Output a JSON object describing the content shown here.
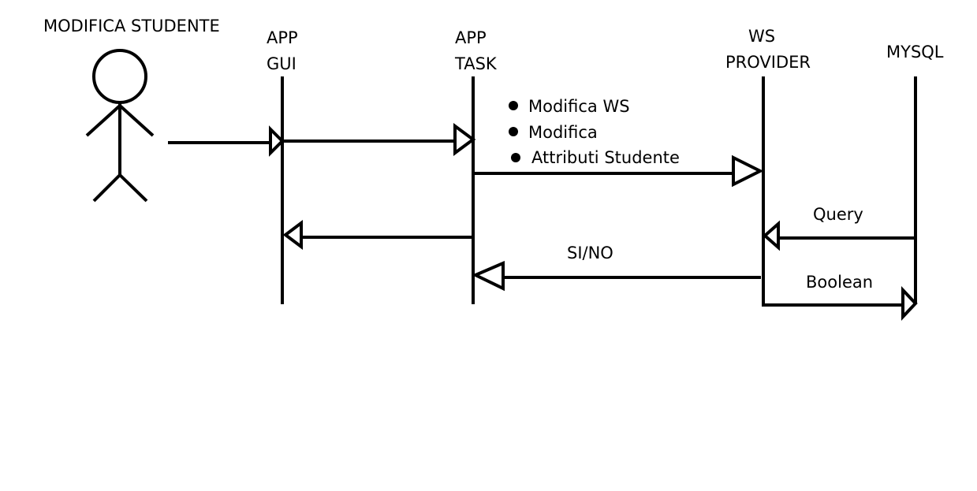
{
  "actor": {
    "label": "MODIFICA STUDENTE"
  },
  "lifelines": [
    {
      "id": "app-gui",
      "lines": [
        "APP",
        "GUI"
      ]
    },
    {
      "id": "app-task",
      "lines": [
        "APP",
        "TASK"
      ]
    },
    {
      "id": "ws-provider",
      "lines": [
        "WS",
        "PROVIDER"
      ]
    },
    {
      "id": "mysql",
      "lines": [
        "MYSQL"
      ]
    }
  ],
  "messages": {
    "task_to_provider_items": [
      "Modifica WS",
      "Modifica",
      "Attributi Studente"
    ],
    "provider_to_mysql": "Query",
    "mysql_to_provider": "Boolean",
    "provider_to_task": "SI/NO"
  },
  "colors": {
    "line": "#000000",
    "background": "#ffffff"
  }
}
